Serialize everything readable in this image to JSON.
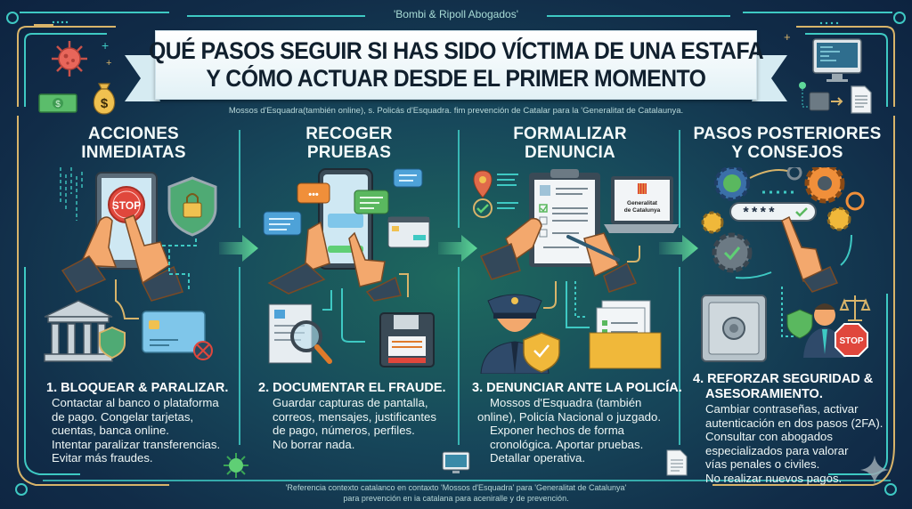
{
  "header": {
    "brand": "'Bombi & Ripoll Abogados'",
    "title_line1": "QUÉ PASOS SEGUIR SI HAS SIDO VÍCTIMA DE UNA ESTAFA",
    "title_line2": "Y CÓMO ACTUAR DESDE EL PRIMER MOMENTO",
    "subtitle": "Mossos d'Esquadra(también online), s. Policás d'Esquadra. fim prevención de Catalar para la 'Generalitat de Catalaunya."
  },
  "columns": [
    {
      "heading_line1": "ACCIONES",
      "heading_line2": "INMEDIATAS",
      "step_title": "1. BLOQUEAR & PARALIZAR.",
      "step_lines": [
        "Contactar al banco o plataforma",
        "de pago. Congelar tarjetas,",
        "cuentas, banca online.",
        "Intentar paralizar transferencias.",
        "Evitar más fraudes."
      ],
      "illustration": {
        "stop_label": "STOP",
        "icons": [
          "tablet-icon",
          "stop-button-icon",
          "shield-lock-icon",
          "bank-icon",
          "credit-card-icon",
          "blocked-icon"
        ]
      }
    },
    {
      "heading_line1": "RECOGER",
      "heading_line2": "PRUEBAS",
      "step_title": "2. DOCUMENTAR EL FRAUDE.",
      "step_lines": [
        "Guardar capturas de pantalla,",
        "correos, mensajes, justificantes",
        "de pago, números, perfiles.",
        "No borrar nada."
      ],
      "illustration": {
        "chat_dots": "•••",
        "icons": [
          "smartphone-icon",
          "chat-bubble-icon",
          "browser-window-icon",
          "document-search-icon",
          "floppy-disk-icon"
        ]
      }
    },
    {
      "heading_line1": "FORMALIZAR",
      "heading_line2": "DENUNCIA",
      "step_title": "3. DENUNCIAR ANTE LA POLICÍA.",
      "step_lines": [
        "Mossos d'Esquadra (también",
        "online), Policía Nacional o juzgado.",
        "Exponer hechos de forma",
        "cronológica. Aportar pruebas.",
        "Detallar operativa."
      ],
      "illustration": {
        "laptop_line1": "Generalitat",
        "laptop_line2": "de Catalunya",
        "icons": [
          "clipboard-form-icon",
          "laptop-icon",
          "location-pin-icon",
          "check-circle-icon",
          "police-officer-icon",
          "folder-documents-icon"
        ]
      }
    },
    {
      "heading_line1": "PASOS POSTERIORES",
      "heading_line2": "Y CONSEJOS",
      "step_title_line1": "4. REFORZAR SEGURIDAD &",
      "step_title_line2": "ASESORAMIENTO.",
      "step_lines": [
        "Cambiar contraseñas, activar",
        "autenticación en dos pasos (2FA).",
        "Consultar con abogados",
        "especializados para valorar",
        "vías penales o civiles.",
        "No realizar nuevos pagos."
      ],
      "illustration": {
        "password_mask": "****",
        "stop_label": "STOP",
        "icons": [
          "gears-icon",
          "password-field-icon",
          "safe-icon",
          "lawyer-icon",
          "scales-icon",
          "stop-sign-icon"
        ]
      }
    }
  ],
  "footer": {
    "line1": "'Referencia contexto catalanco en contaxto 'Mossos d'Esquadra' para 'Generalitat de Catalunya'",
    "line2": "para prevención en ia catalana para aceniralle y de prevención."
  },
  "colors": {
    "background_dark": "#0d2340",
    "background_teal": "#1e6a5e",
    "accent_teal": "#3ec9c3",
    "accent_gold": "#d8b46a",
    "arrow_green": "#5fd99a",
    "title_text": "#11202e",
    "stop_red": "#e0473c"
  }
}
